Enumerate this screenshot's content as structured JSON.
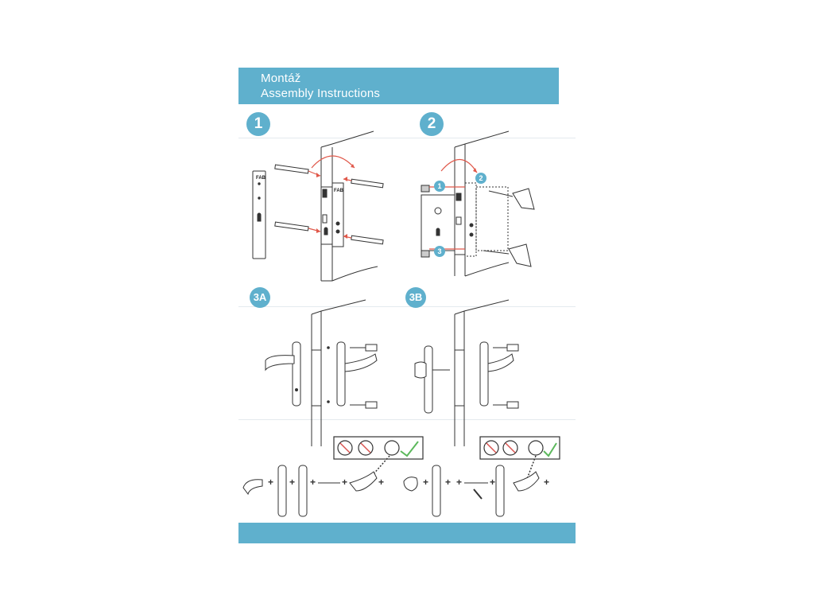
{
  "header": {
    "title_cz": "Montáž",
    "title_en": "Assembly Instructions"
  },
  "steps": [
    {
      "id": "step-1",
      "label": "1"
    },
    {
      "id": "step-2",
      "label": "2"
    },
    {
      "id": "step-3a",
      "label": "3A"
    },
    {
      "id": "step-3b",
      "label": "3B"
    }
  ],
  "step2_callouts": [
    "1",
    "2",
    "3"
  ],
  "brand": "FAB",
  "assembly_separator": "+",
  "colors": {
    "accent": "#5fb0cd",
    "arrow": "#e0584a",
    "check": "#5cb85c",
    "forbidden": "#d9534f",
    "line": "#333333"
  },
  "icons": [
    "drill-icon",
    "check-icon",
    "forbidden-icon",
    "screw-icon",
    "handle-icon",
    "cylinder-lock-icon",
    "screwdriver-icon"
  ]
}
